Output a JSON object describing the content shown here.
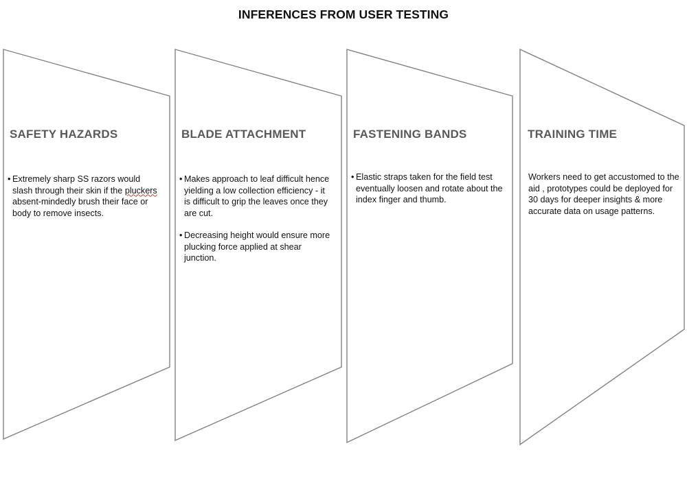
{
  "slide": {
    "title": "INFERENCES FROM USER TESTING",
    "background_color": "#ffffff",
    "heading_color": "#59595b",
    "body_color": "#111111",
    "shape_stroke_color": "#808285"
  },
  "panels": [
    {
      "id": "safety-hazards",
      "heading": "SAFETY HAZARDS",
      "style": "bulleted",
      "items": [
        {
          "marker": "•",
          "pre": "Extremely sharp SS razors would slash through their skin if the ",
          "misspelled": "pluckers",
          "post": " absent-mindedly brush their face or body to remove insects."
        }
      ]
    },
    {
      "id": "blade-attachment",
      "heading": "BLADE ATTACHMENT",
      "style": "bulleted",
      "items": [
        {
          "marker": "•",
          "text": "Makes approach to leaf difficult hence yielding a low collection efficiency - it is difficult to grip the leaves once they are cut."
        },
        {
          "marker": "•",
          "text": "Decreasing height would ensure more plucking force applied at shear junction."
        }
      ]
    },
    {
      "id": "fastening-bands",
      "heading": "FASTENING BANDS",
      "style": "bulleted",
      "items": [
        {
          "marker": "•",
          "text": "Elastic straps taken for the field test eventually loosen and rotate about the index finger and thumb."
        }
      ]
    },
    {
      "id": "training-time",
      "heading": "TRAINING TIME",
      "style": "plain",
      "items": [
        {
          "marker": "",
          "text": "Workers need to get accustomed to the aid , prototypes could be deployed for 30 days for deeper insights & more accurate data on usage patterns."
        }
      ]
    }
  ]
}
